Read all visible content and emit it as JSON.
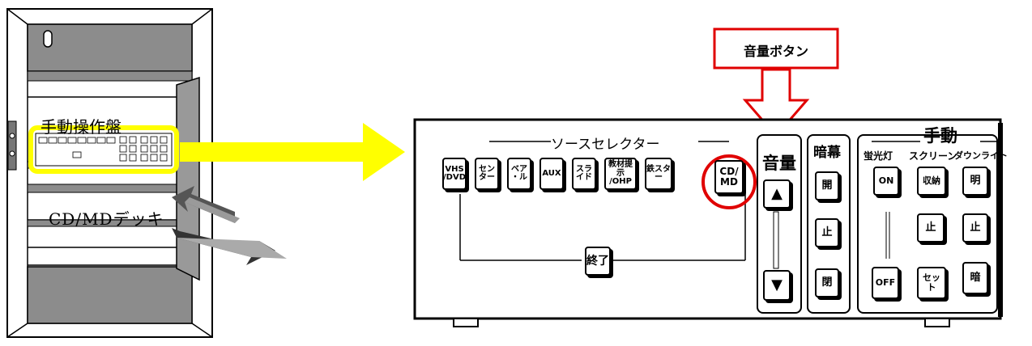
{
  "rack": {
    "manual_panel_label": "手動操作盤",
    "deck_label": "CD/MDデッキ"
  },
  "callout": {
    "label": "音量ボタン",
    "color": "#e00000"
  },
  "arrow_color": "#ffff00",
  "panel": {
    "source_selector_title": "ソースセレクター",
    "source_buttons": [
      "VHS /DVD",
      "センター",
      "ベア ・ル",
      "AUX",
      "スライド",
      "教材提示 /OHP",
      "鉄スター",
      "CD/ MD"
    ],
    "end_button": "終了",
    "volume": {
      "title": "音量",
      "up": "▲",
      "down": "▼"
    },
    "curtain": {
      "title": "暗幕",
      "open": "開",
      "stop": "止",
      "close": "閉"
    },
    "manual": {
      "title": "手動",
      "col_headers": [
        "蛍光灯",
        "スクリーン",
        "ダウンライト"
      ],
      "light_on": "ON",
      "light_off": "OFF",
      "screen_store": "収納",
      "screen_stop": "止",
      "screen_set": "セット",
      "down_bright": "明",
      "down_stop": "止",
      "down_dark": "暗"
    }
  }
}
